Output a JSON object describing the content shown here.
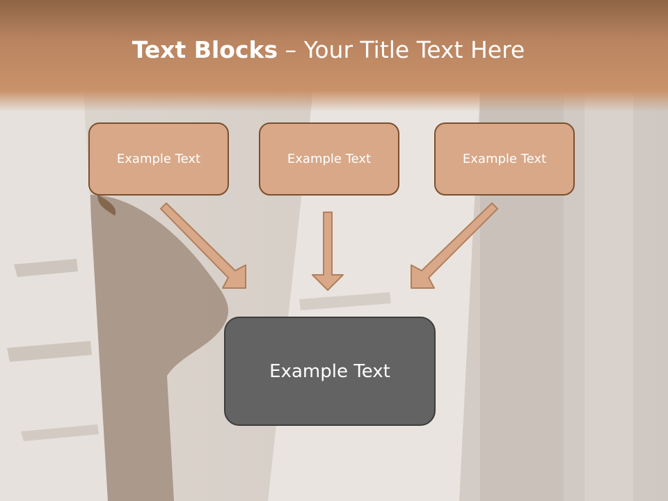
{
  "title": {
    "bold": "Text Blocks",
    "separator": " – ",
    "rest": "Your Title Text Here"
  },
  "boxes": [
    {
      "label": "Example Text"
    },
    {
      "label": "Example Text"
    },
    {
      "label": "Example Text"
    }
  ],
  "main_box": {
    "label": "Example Text"
  },
  "colors": {
    "header": "#c28a62",
    "box_fill": "#d8a888",
    "box_border": "#7a4f2e",
    "main_fill": "#636363",
    "arrow_fill": "#d8a888",
    "arrow_border": "#b07f5c"
  }
}
